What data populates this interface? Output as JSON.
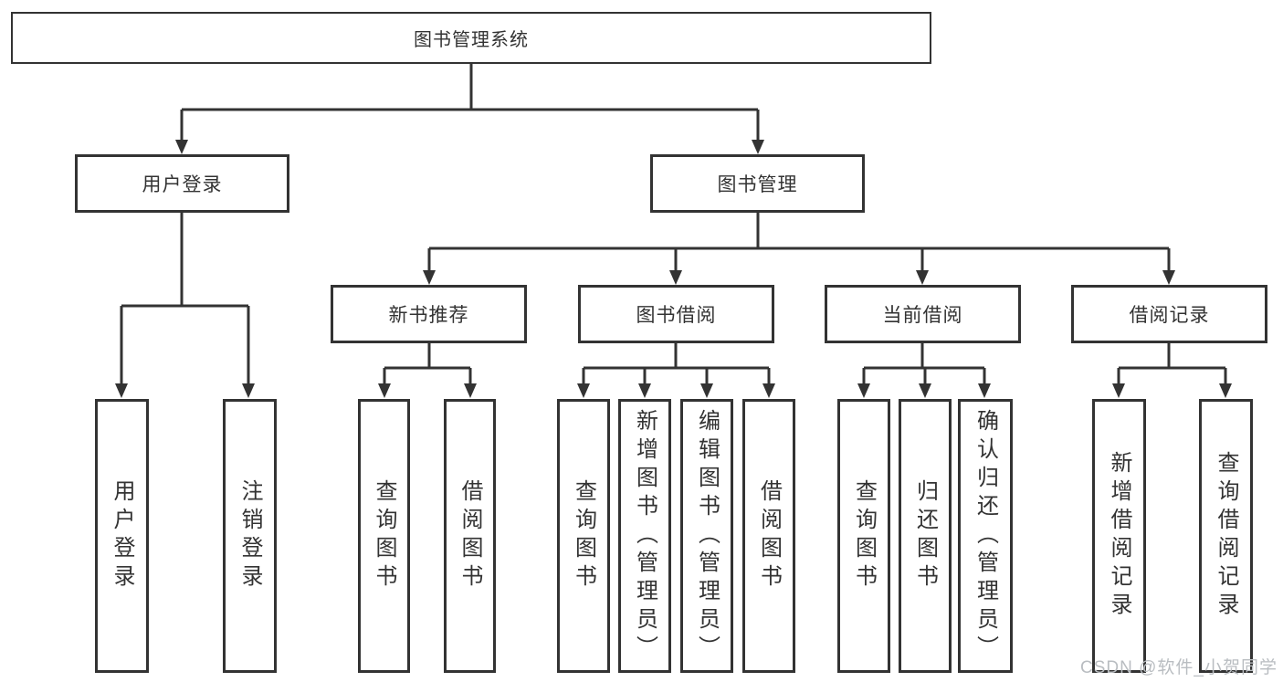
{
  "colors": {
    "line": "#333333",
    "box_fill": "#ffffff",
    "text": "#333333",
    "watermark": "#b9bdc1"
  },
  "watermark": "CSDN @软件_小贺同学",
  "tree": {
    "root": {
      "label": "图书管理系统",
      "children": [
        {
          "label": "用户登录",
          "children": [
            {
              "label": "用户登录"
            },
            {
              "label": "注销登录"
            }
          ]
        },
        {
          "label": "图书管理",
          "children": [
            {
              "label": "新书推荐",
              "children": [
                {
                  "label": "查询图书"
                },
                {
                  "label": "借阅图书"
                }
              ]
            },
            {
              "label": "图书借阅",
              "children": [
                {
                  "label": "查询图书"
                },
                {
                  "label": "新增图书（管理员）"
                },
                {
                  "label": "编辑图书（管理员）"
                },
                {
                  "label": "借阅图书"
                }
              ]
            },
            {
              "label": "当前借阅",
              "children": [
                {
                  "label": "查询图书"
                },
                {
                  "label": "归还图书"
                },
                {
                  "label": "确认归还（管理员）"
                }
              ]
            },
            {
              "label": "借阅记录",
              "children": [
                {
                  "label": "新增借阅记录"
                },
                {
                  "label": "查询借阅记录"
                }
              ]
            }
          ]
        }
      ]
    }
  }
}
